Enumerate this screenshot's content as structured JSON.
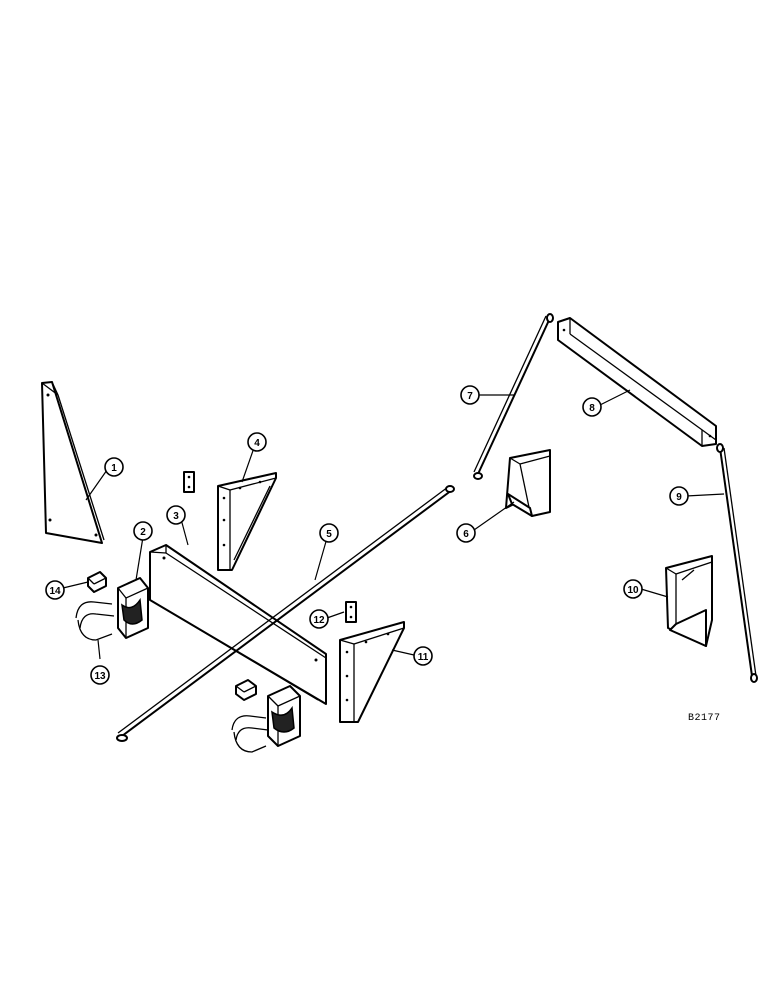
{
  "diagram": {
    "reference_code": "B2177",
    "callouts": [
      {
        "id": "callout-1",
        "label": "1"
      },
      {
        "id": "callout-2",
        "label": "2"
      },
      {
        "id": "callout-3",
        "label": "3"
      },
      {
        "id": "callout-4",
        "label": "4"
      },
      {
        "id": "callout-5",
        "label": "5"
      },
      {
        "id": "callout-6",
        "label": "6"
      },
      {
        "id": "callout-7",
        "label": "7"
      },
      {
        "id": "callout-8",
        "label": "8"
      },
      {
        "id": "callout-9",
        "label": "9"
      },
      {
        "id": "callout-10",
        "label": "10"
      },
      {
        "id": "callout-11",
        "label": "11"
      },
      {
        "id": "callout-12",
        "label": "12"
      },
      {
        "id": "callout-13",
        "label": "13"
      },
      {
        "id": "callout-14",
        "label": "14"
      }
    ]
  },
  "colors": {
    "line": "#000000",
    "background": "#ffffff"
  }
}
